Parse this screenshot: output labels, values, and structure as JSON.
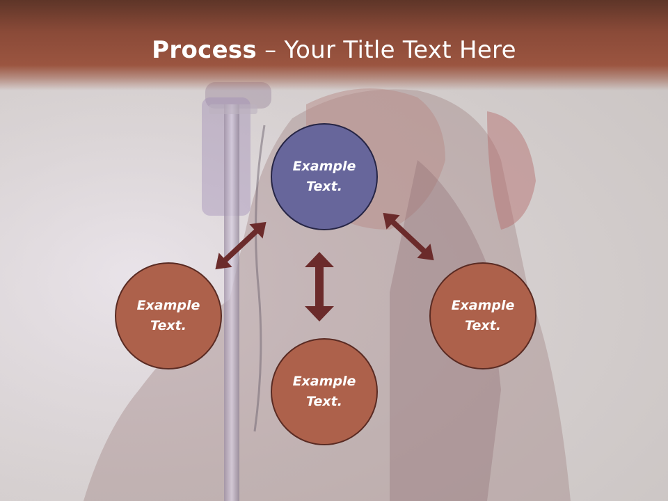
{
  "title": {
    "bold": "Process",
    "separator": " – ",
    "rest": "Your Title Text Here"
  },
  "nodes": {
    "top": "Example Text.",
    "left": "Example Text.",
    "right": "Example Text.",
    "bottom": "Example Text."
  },
  "colors": {
    "title_bar": "#9b5540",
    "center_node": "#67669b",
    "outer_node": "#ad614b",
    "arrow": "#6b2b2b"
  }
}
